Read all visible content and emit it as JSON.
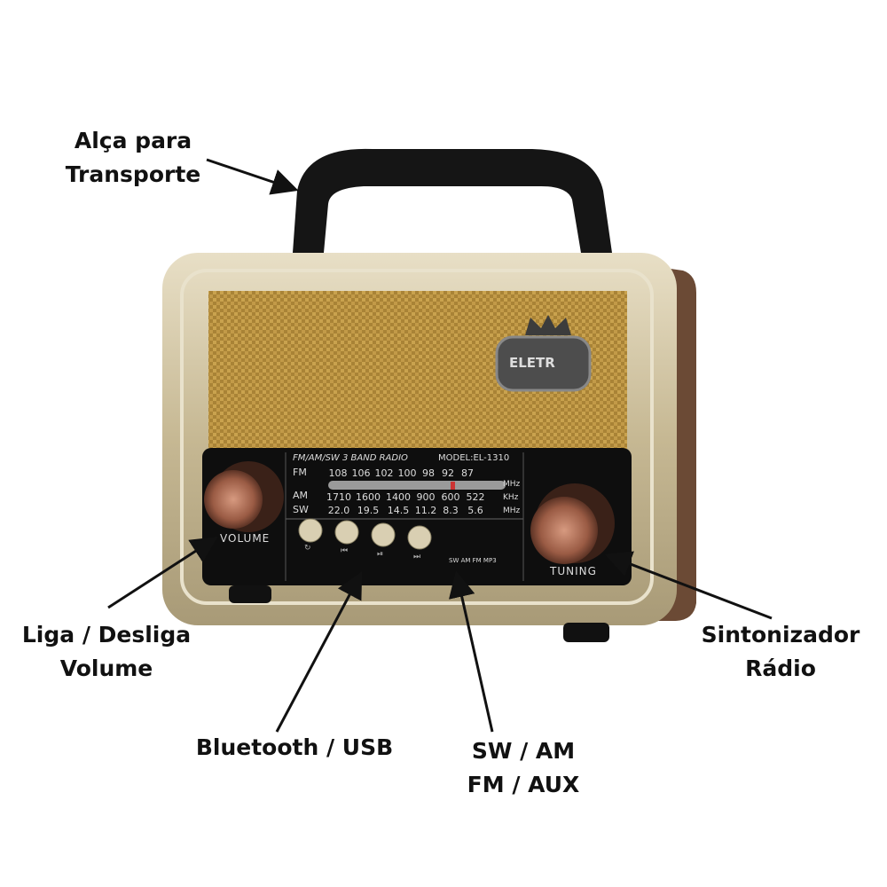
{
  "callouts": {
    "handle": [
      "Alça para",
      "Transporte"
    ],
    "power_volume": [
      "Liga / Desliga",
      "Volume"
    ],
    "bluetooth_usb": "Bluetooth / USB",
    "mode": [
      "SW / AM",
      "FM / AUX"
    ],
    "tuner": [
      "Sintonizador",
      "Rádio"
    ]
  },
  "radio": {
    "brand_badge": "ELETR",
    "band_title": "FM/AM/SW 3 BAND RADIO",
    "model": "MODEL:EL-1310",
    "fm_label": "FM",
    "am_label": "AM",
    "sw_label": "SW",
    "fm_values": [
      "108",
      "106",
      "102",
      "100",
      "98",
      "92",
      "87"
    ],
    "am_values": [
      "1710",
      "1600",
      "1400",
      "900",
      "600",
      "522"
    ],
    "sw_values": [
      "22.0",
      "19.5",
      "14.5",
      "11.2",
      "8.3",
      "5.6"
    ],
    "fm_unit": "MHz",
    "am_unit": "KHz",
    "sw_unit": "MHz",
    "volume_label": "VOLUME",
    "tuning_label": "TUNING",
    "mode_switch_label": "SW AM FM MP3",
    "button_icons": [
      "repeat-icon",
      "previous-icon",
      "play-pause-icon",
      "next-icon"
    ]
  },
  "colors": {
    "body": "#c9bc98",
    "grille": "#b08a3a",
    "panel": "#111111",
    "knob": "#a0634a"
  }
}
